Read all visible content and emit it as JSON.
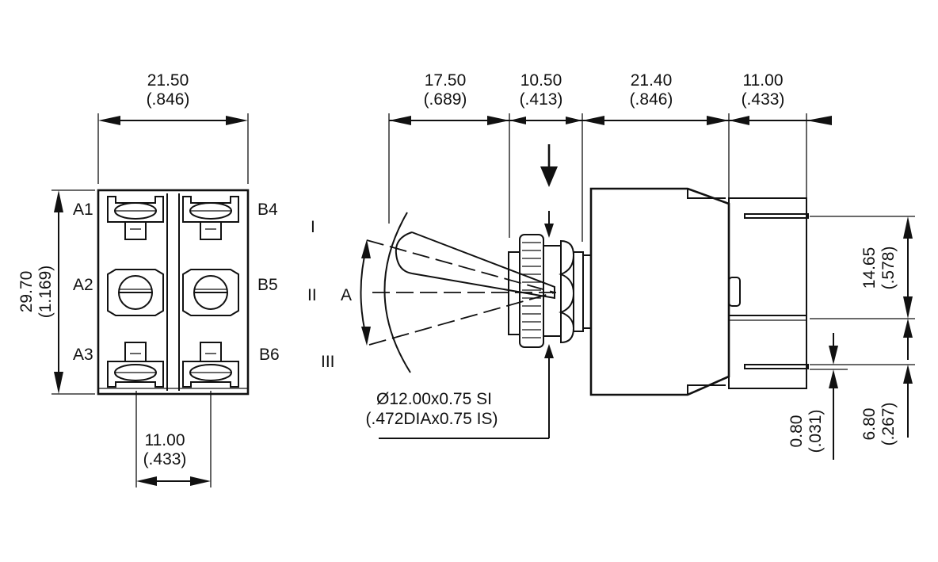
{
  "dimensions": {
    "top_width": {
      "mm": "21.50",
      "inch": "(.846)"
    },
    "height": {
      "mm": "29.70",
      "inch": "(1.169)"
    },
    "bottom_spacing": {
      "mm": "11.00",
      "inch": "(.433)"
    },
    "lever": {
      "mm": "17.50",
      "inch": "(.689)"
    },
    "bushing": {
      "mm": "10.50",
      "inch": "(.413)"
    },
    "body": {
      "mm": "21.40",
      "inch": "(.846)"
    },
    "terminals": {
      "mm": "11.00",
      "inch": "(.433)"
    },
    "term_pitch": {
      "mm": "14.65",
      "inch": "(.578)"
    },
    "term_thick": {
      "mm": "0.80",
      "inch": "(.031)"
    },
    "term_offset": {
      "mm": "6.80",
      "inch": "(.267)"
    }
  },
  "terminal_labels": {
    "a1": "A1",
    "a2": "A2",
    "a3": "A3",
    "b4": "B4",
    "b5": "B5",
    "b6": "B6"
  },
  "positions": {
    "p1": "I",
    "p2": "II",
    "p3": "III",
    "angle": "A"
  },
  "thread": {
    "line1": "Ø12.00x0.75 SI",
    "line2": "(.472DIAx0.75 IS)"
  }
}
